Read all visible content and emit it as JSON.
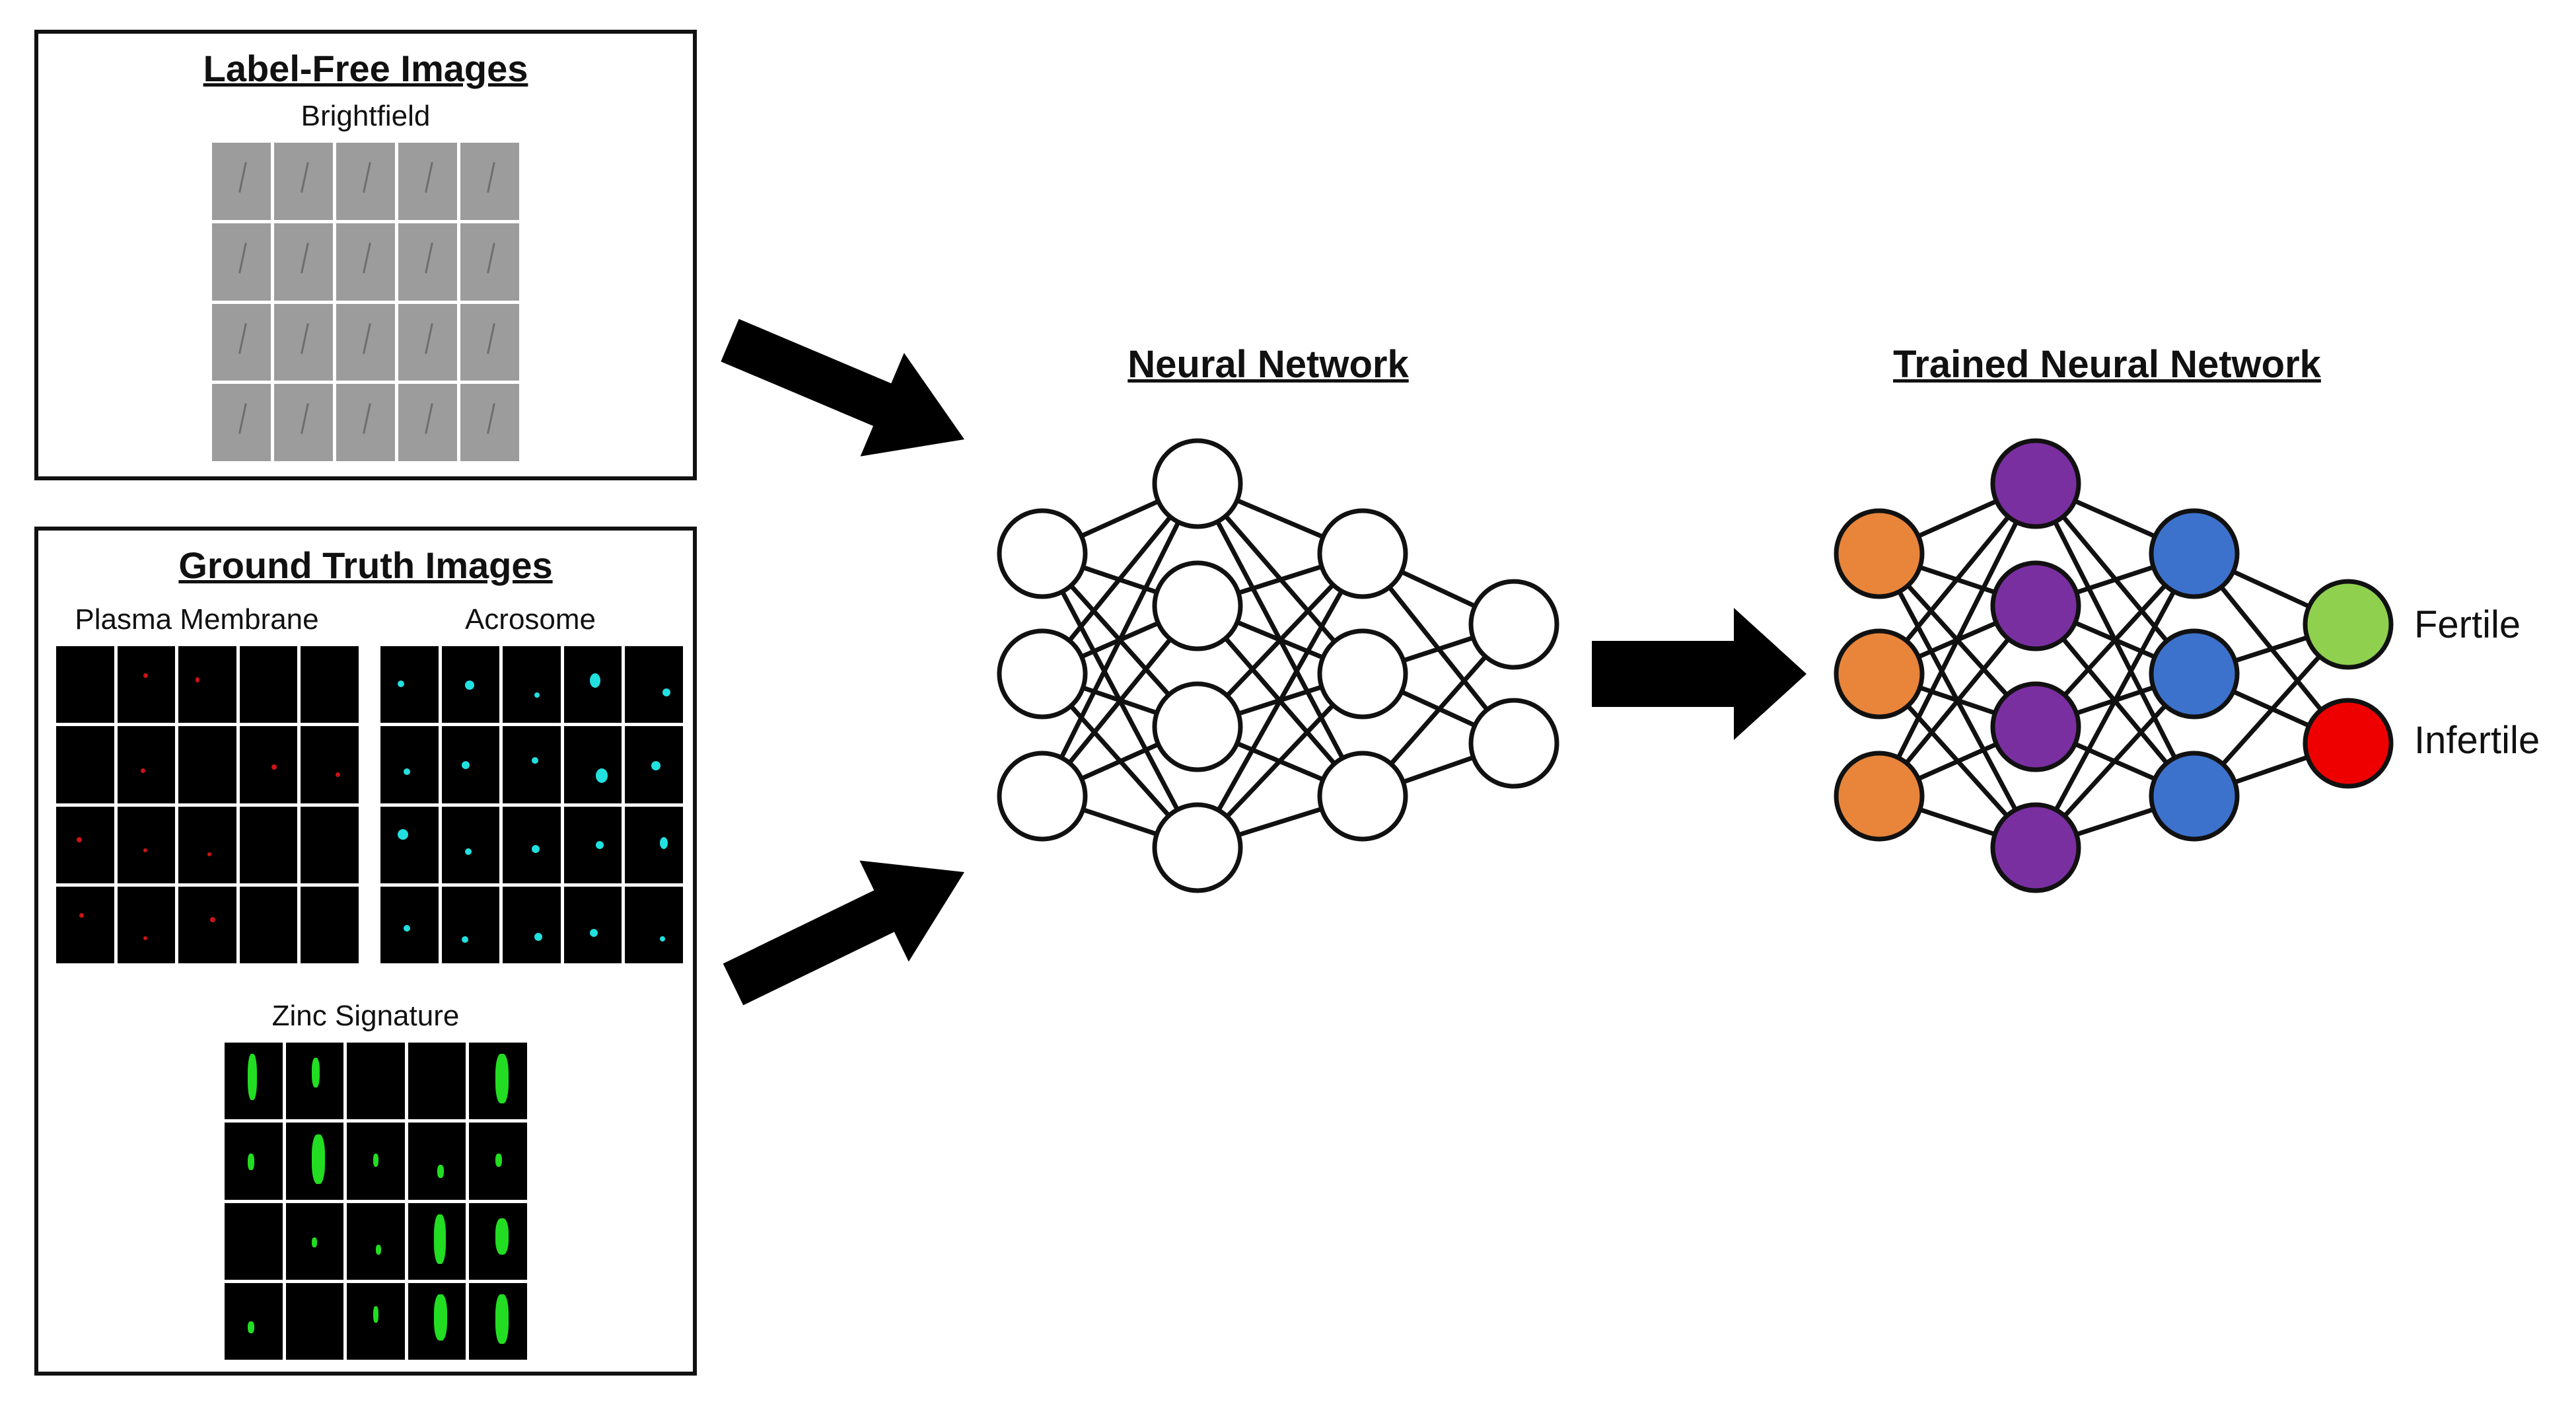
{
  "label_free": {
    "title": "Label-Free Images",
    "brightfield_label": "Brightfield"
  },
  "ground_truth": {
    "title": "Ground Truth Images",
    "plasma_membrane_label": "Plasma Membrane",
    "acrosome_label": "Acrosome",
    "zinc_label": "Zinc Signature"
  },
  "network": {
    "heading": "Neural Network",
    "layers": [
      3,
      4,
      3,
      2
    ]
  },
  "trained_network": {
    "heading": "Trained Neural Network",
    "layers": [
      3,
      4,
      3,
      2
    ],
    "layer_colors": [
      "#e8853a",
      "#7a2fa0",
      "#3d72cc",
      ""
    ],
    "outputs": [
      {
        "label": "Fertile",
        "color": "#8fd14f"
      },
      {
        "label": "Infertile",
        "color": "#ee0000"
      }
    ]
  },
  "colors": {
    "plasma_membrane": "#cc1414",
    "acrosome": "#22e0e0",
    "zinc": "#22dd22"
  }
}
